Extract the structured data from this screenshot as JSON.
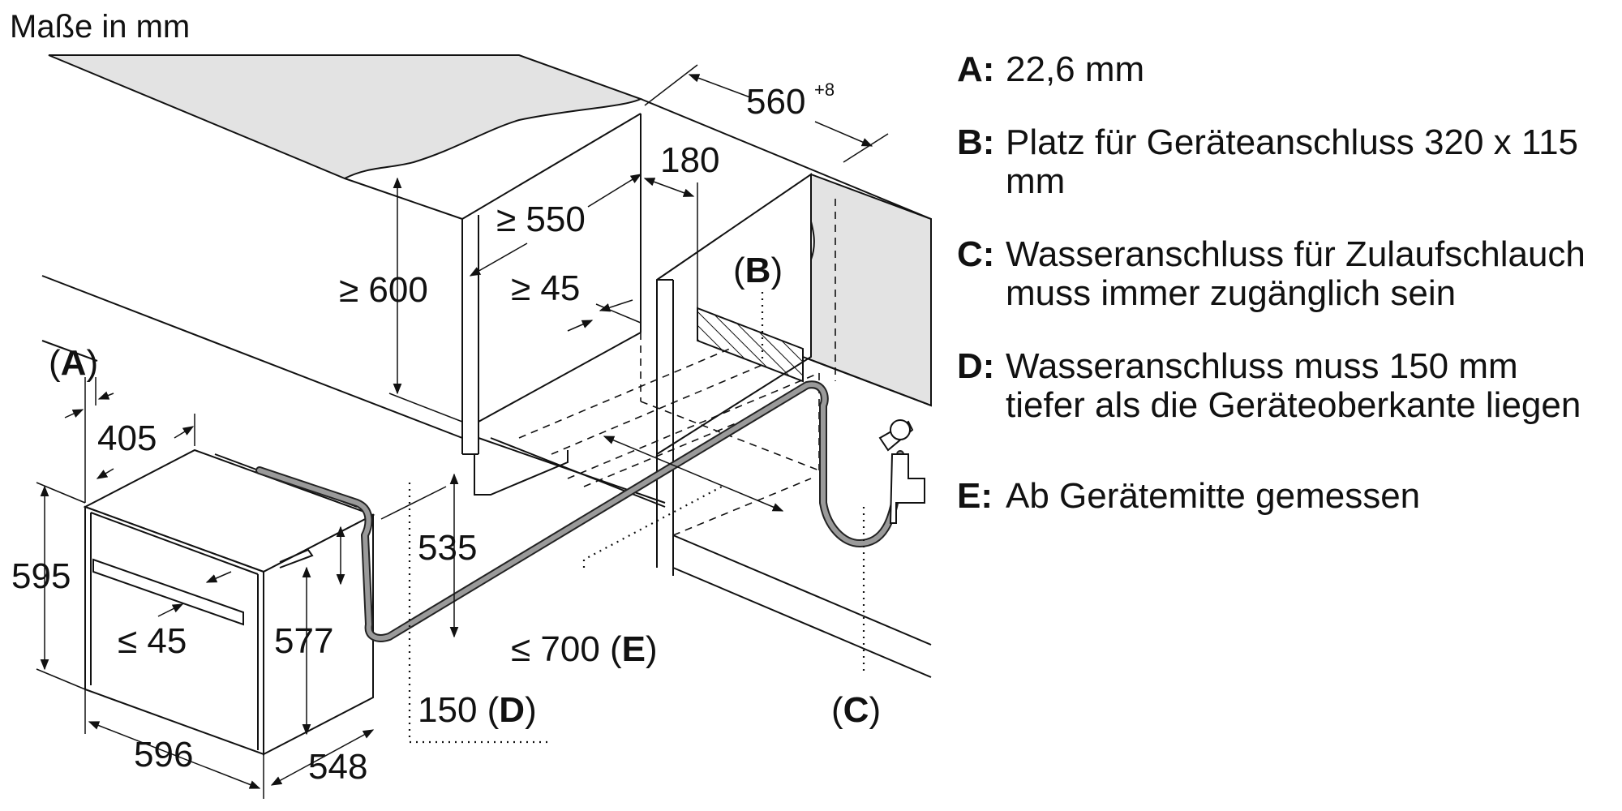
{
  "title": "Maße in mm",
  "dimensions": {
    "d560": "560",
    "d560_sup": "+8",
    "d180": "180",
    "d550": "≥ 550",
    "d600": "≥ 600",
    "d45_top": "≥ 45",
    "d405": "405",
    "d595": "595",
    "d45_front": "≤ 45",
    "d577": "577",
    "d535": "535",
    "d700": "≤ 700 (",
    "d150": "150 (",
    "d596": "596",
    "d548": "548"
  },
  "markers": {
    "A": "A",
    "B": "B",
    "C": "C",
    "D": "D",
    "E": "E",
    "open": "(",
    "close": ")"
  },
  "legend": [
    {
      "key": "A:",
      "text": "22,6 mm"
    },
    {
      "key": "B:",
      "text": "Platz für Geräteanschluss 320 x 115 mm"
    },
    {
      "key": "C:",
      "text": "Wasseranschluss für Zulaufschlauch muss immer zugänglich sein"
    },
    {
      "key": "D:",
      "text": "Wasseranschluss muss 150 mm tiefer als die Geräteoberkante liegen"
    },
    {
      "key": "E:",
      "text": "Ab Gerätemitte gemessen"
    }
  ]
}
